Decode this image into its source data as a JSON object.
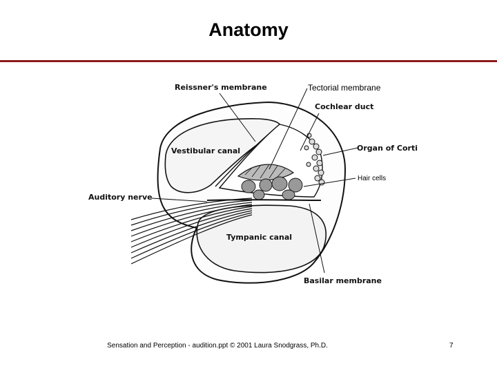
{
  "slide": {
    "title": "Anatomy"
  },
  "colors": {
    "title_rule": "#8b1a1a",
    "ink": "#111111"
  },
  "labels": {
    "reissners_membrane": "Reissner's membrane",
    "tectorial_membrane": "Tectorial membrane",
    "cochlear_duct": "Cochlear duct",
    "vestibular_canal": "Vestibular canal",
    "organ_of_corti": "Organ of Corti",
    "hair_cells": "Hair cells",
    "auditory_nerve": "Auditory nerve",
    "tympanic_canal": "Tympanic canal",
    "basilar_membrane": "Basilar membrane"
  },
  "footer": {
    "text": "Sensation and Perception - audition.ppt © 2001 Laura Snodgrass, Ph.D.",
    "page_number": "7"
  }
}
